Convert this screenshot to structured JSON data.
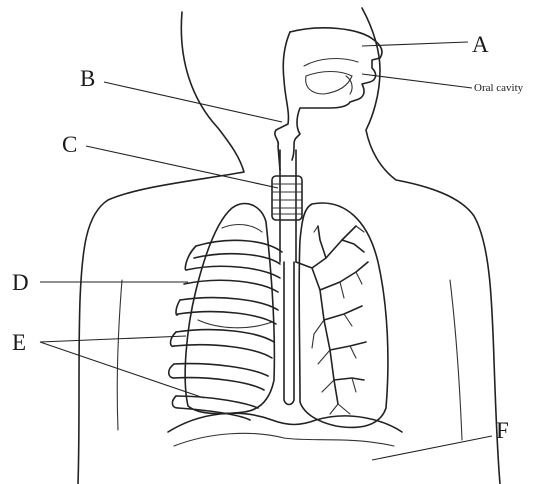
{
  "labels": {
    "a": "A",
    "b": "B",
    "c": "C",
    "d": "D",
    "e": "E",
    "f": "F",
    "oral_cavity": "Oral cavity"
  }
}
